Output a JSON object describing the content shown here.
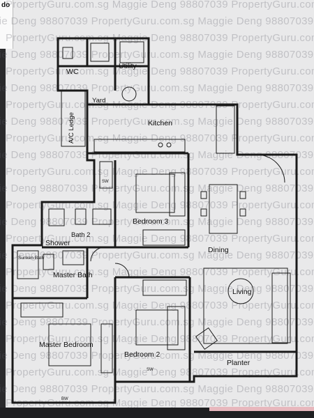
{
  "corner_label": "do",
  "watermark": {
    "lines": [
      "PropertyGuru.com.sg  Maggie Deng  98807039  PropertyGuru.com.sg  Maggie Deng  98807039",
      "Maggie Deng  98807039  PropertyGuru.com.sg  Maggie Deng  98807039  PropertyGuru.com.sg"
    ]
  },
  "rooms": {
    "wc": "WC",
    "utility": "Utility",
    "yard": "Yard",
    "ac_ledge": "A/C Ledge",
    "kitchen": "Kitchen",
    "sw_kitchen": "SW",
    "bedroom3": "Bedroom 3",
    "bath2": "Bath 2",
    "shower": "Shower",
    "dining": "Dining",
    "sunken_bath": "Sunken Bath",
    "master_bath": "Master Bath",
    "living": "Living",
    "master_bedroom": "Master Bedroom",
    "bedroom2": "Bedroom 2",
    "sw_bedroom2": "SW",
    "planter": "Planter",
    "bw": "BW"
  }
}
